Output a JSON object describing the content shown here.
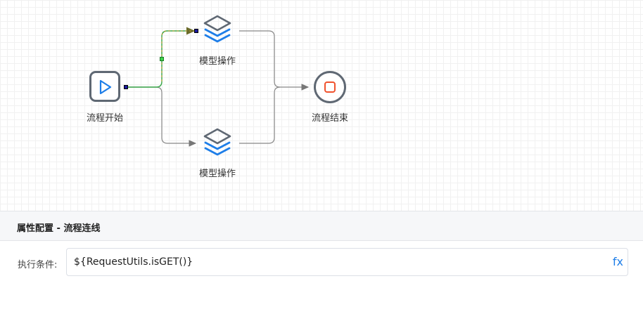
{
  "flow": {
    "start_node": {
      "label": "流程开始",
      "icon": "play-icon"
    },
    "model_node_top": {
      "label": "模型操作",
      "icon": "layers-icon"
    },
    "model_node_bottom": {
      "label": "模型操作",
      "icon": "layers-icon"
    },
    "end_node": {
      "label": "流程结束",
      "icon": "stop-icon"
    }
  },
  "panel": {
    "title": "属性配置 - 流程连线",
    "condition_label": "执行条件:",
    "condition_value": "${RequestUtils.isGET()}",
    "fx_label": "fx"
  },
  "colors": {
    "accent": "#1e7ee8",
    "node_border": "#5f6873",
    "stop_red": "#f0522d",
    "selected_edge": "#3aa84a",
    "edge_gray": "#888888"
  }
}
